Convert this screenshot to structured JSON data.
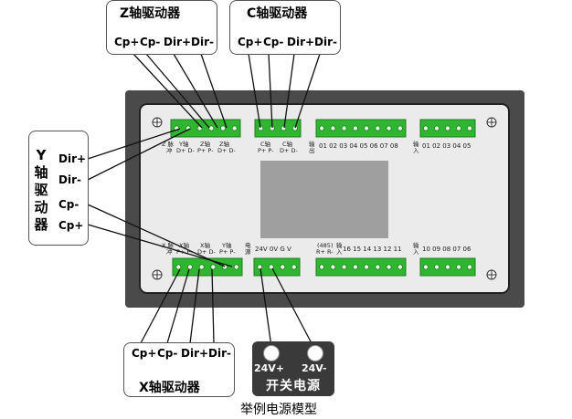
{
  "drivers": {
    "z": {
      "title": "Z轴驱动器",
      "signals": [
        "Cp+",
        "Cp-",
        "Dir+",
        "Dir-"
      ]
    },
    "c": {
      "title": "C轴驱动器",
      "signals": [
        "Cp+",
        "Cp-",
        "Dir+",
        "Dir-"
      ]
    },
    "x": {
      "title": "X轴驱动器",
      "signals": [
        "Cp+",
        "Cp-",
        "Dir+",
        "Dir-"
      ]
    },
    "y": {
      "title_chars": [
        "Y",
        "轴",
        "驱",
        "动",
        "器"
      ],
      "signals": [
        "Dir+",
        "Dir-",
        "Cp-",
        "Cp+"
      ]
    }
  },
  "controller": {
    "top_labels": {
      "z_block": [
        "Z 脉",
        "冲",
        "Y轴",
        "D+ D-",
        "Z轴",
        "P+ P-",
        "Z轴",
        "D+ D-"
      ],
      "c_block": [
        "C轴",
        "P+ P-",
        "C轴",
        "D+ D-"
      ],
      "out_label": [
        "输",
        "出"
      ],
      "out_numbers": "01  02  03  04  05  06  07  08",
      "in_label": [
        "输",
        "入"
      ],
      "in_numbers": "01  02  03  04  05"
    },
    "bottom_labels": {
      "x_block": [
        "X 脉",
        "冲",
        "X轴",
        "P+ P-",
        "X轴",
        "D+ D-",
        "Y轴",
        "P+ P-"
      ],
      "power_label": [
        "电",
        "源"
      ],
      "power_pins": "24V  0V  G  V",
      "rs485": [
        "(485)",
        "R+  R-"
      ],
      "in_label_a": [
        "输",
        "入"
      ],
      "in_numbers_a": "16  15  14  13  12  11",
      "in_label_b": [
        "输",
        "入"
      ],
      "in_numbers_b": "10  09  08  07  06"
    }
  },
  "power_supply": {
    "pos": "24V+",
    "neg": "24V-",
    "title": "开关电源"
  },
  "caption": "举例电源模型",
  "colors": {
    "terminal": "#2fb52f",
    "terminal_dark": "#1c7d1c",
    "case_outer": "#4a4a4a",
    "case_inner": "#e9e9e9",
    "display": "#9f9f9f",
    "psu_bg": "#3a3a3a"
  }
}
